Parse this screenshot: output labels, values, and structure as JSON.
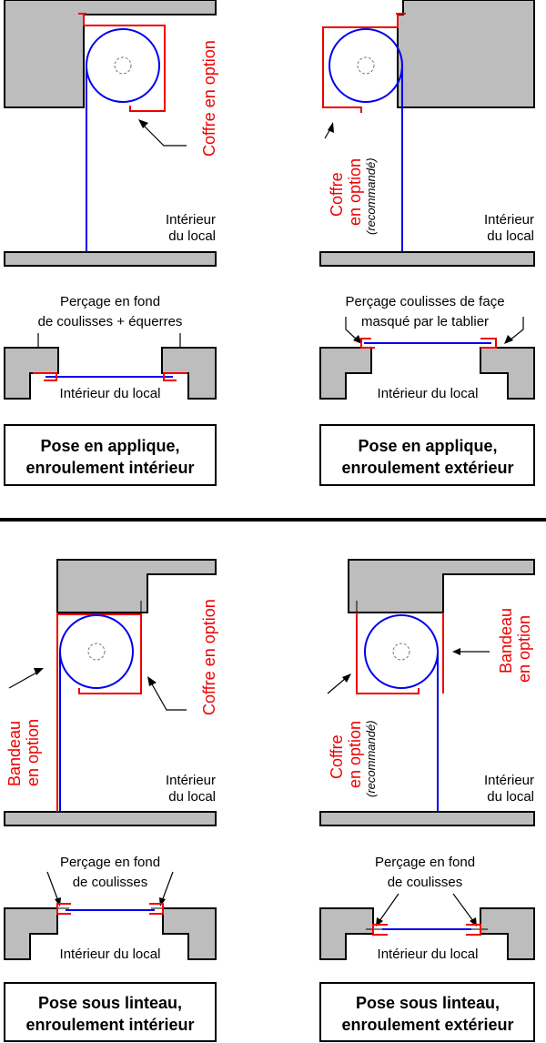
{
  "labels": {
    "coffre_en_option": "Coffre en option",
    "coffre": "Coffre",
    "en_option": "en option",
    "recommande": "(recommandé)",
    "bandeau": "Bandeau",
    "interieur": "Intérieur",
    "du_local": "du local",
    "interieur_du_local": "Intérieur du local",
    "percage_fond_1": "Perçage en fond",
    "percage_fond_2a": "de coulisses + équerres",
    "percage_fond_2b": "de coulisses",
    "percage_face_1": "Perçage coulisses de façe",
    "percage_face_2": "masqué par le tablier"
  },
  "captions": {
    "tl_1": "Pose en applique,",
    "tl_2": "enroulement intérieur",
    "tr_1": "Pose en applique,",
    "tr_2": "enroulement extérieur",
    "bl_1": "Pose sous linteau,",
    "bl_2": "enroulement intérieur",
    "br_1": "Pose sous linteau,",
    "br_2": "enroulement extérieur"
  },
  "colors": {
    "accent_red": "#ee0000",
    "accent_blue": "#0000ee",
    "wall_gray": "#bdbdbd"
  }
}
